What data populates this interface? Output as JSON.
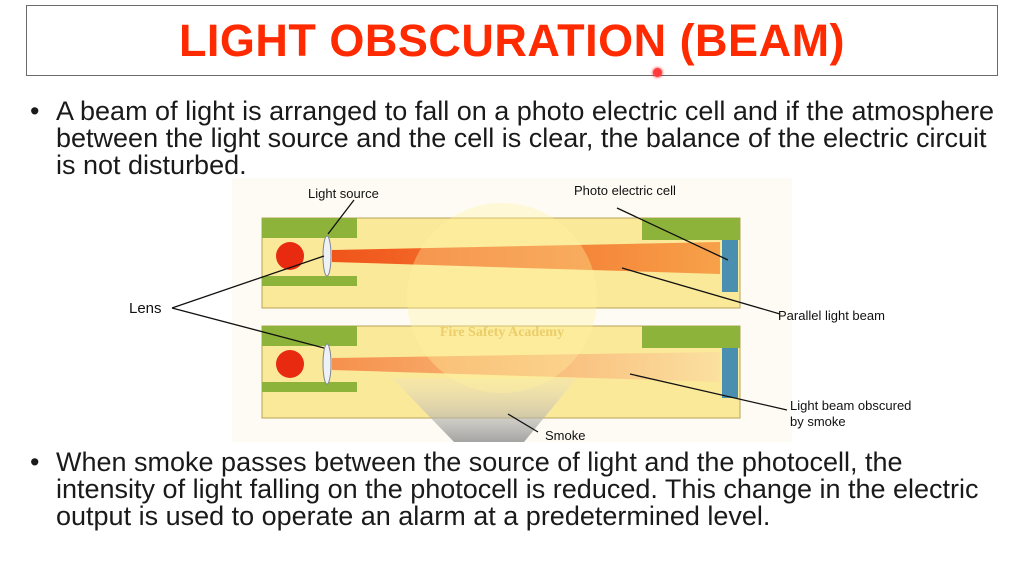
{
  "title": "LIGHT OBSCURATION (BEAM)",
  "bullets": [
    "A beam of light is arranged to fall on a photo electric cell and if the atmosphere between the light source and the cell is clear, the balance of the electric circuit is not disturbed.",
    "When smoke passes between the source of light and the photocell, the intensity of light falling on the photocell is reduced. This change in the electric output is used to operate an alarm at a predetermined level."
  ],
  "bullet_symbol": "•",
  "diagram": {
    "labels": {
      "light_source": "Light source",
      "photo_cell": "Photo electric cell",
      "lens": "Lens",
      "parallel_beam": "Parallel light beam",
      "obscured_line1": "Light beam obscured",
      "obscured_line2": "by smoke",
      "smoke": "Smoke"
    },
    "watermark": "Fire Safety Academy"
  },
  "colors": {
    "title": "#ff2a00",
    "housing": "#fbe99a",
    "bracket": "#8db33a",
    "source": "#e82a10",
    "cell": "#4a8fb0",
    "beam": "#f26a1b"
  }
}
